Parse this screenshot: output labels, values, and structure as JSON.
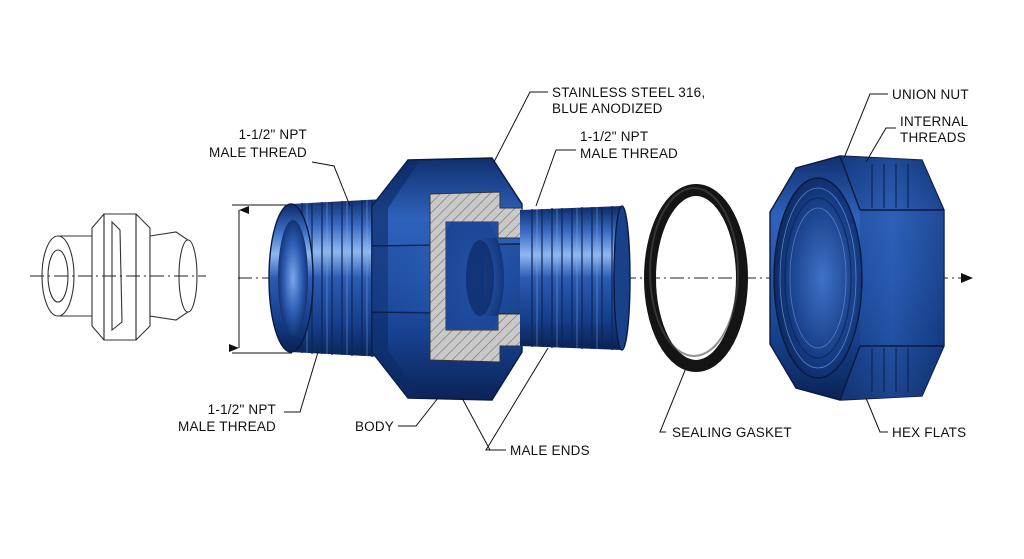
{
  "labels": {
    "npt_top_left_line1": "1-1/2\" NPT",
    "npt_top_left_line2": "MALE THREAD",
    "material_line1": "STAINLESS STEEL 316,",
    "material_line2": "BLUE ANODIZED",
    "npt_top_right_line1": "1-1/2\" NPT",
    "npt_top_right_line2": "MALE THREAD",
    "union_nut": "UNION NUT",
    "internal_threads_line1": "INTERNAL",
    "internal_threads_line2": "THREADS",
    "npt_bottom_left_line1": "1-1/2\" NPT",
    "npt_bottom_left_line2": "MALE THREAD",
    "body": "BODY",
    "male_ends": "MALE ENDS",
    "sealing_gasket": "SEALING GASKET",
    "hex_flats": "HEX FLATS"
  },
  "colors": {
    "anodized_blue": "#1f4ea3",
    "anodized_dark": "#0c2a66",
    "anodized_light": "#6f9be0",
    "section_hatch": "#9a9a9a",
    "gasket": "#141414"
  },
  "icons": {
    "section_view": "hatched-cutaway",
    "axis_arrow": "arrowhead-right",
    "thumbnail": "union-line-drawing"
  }
}
